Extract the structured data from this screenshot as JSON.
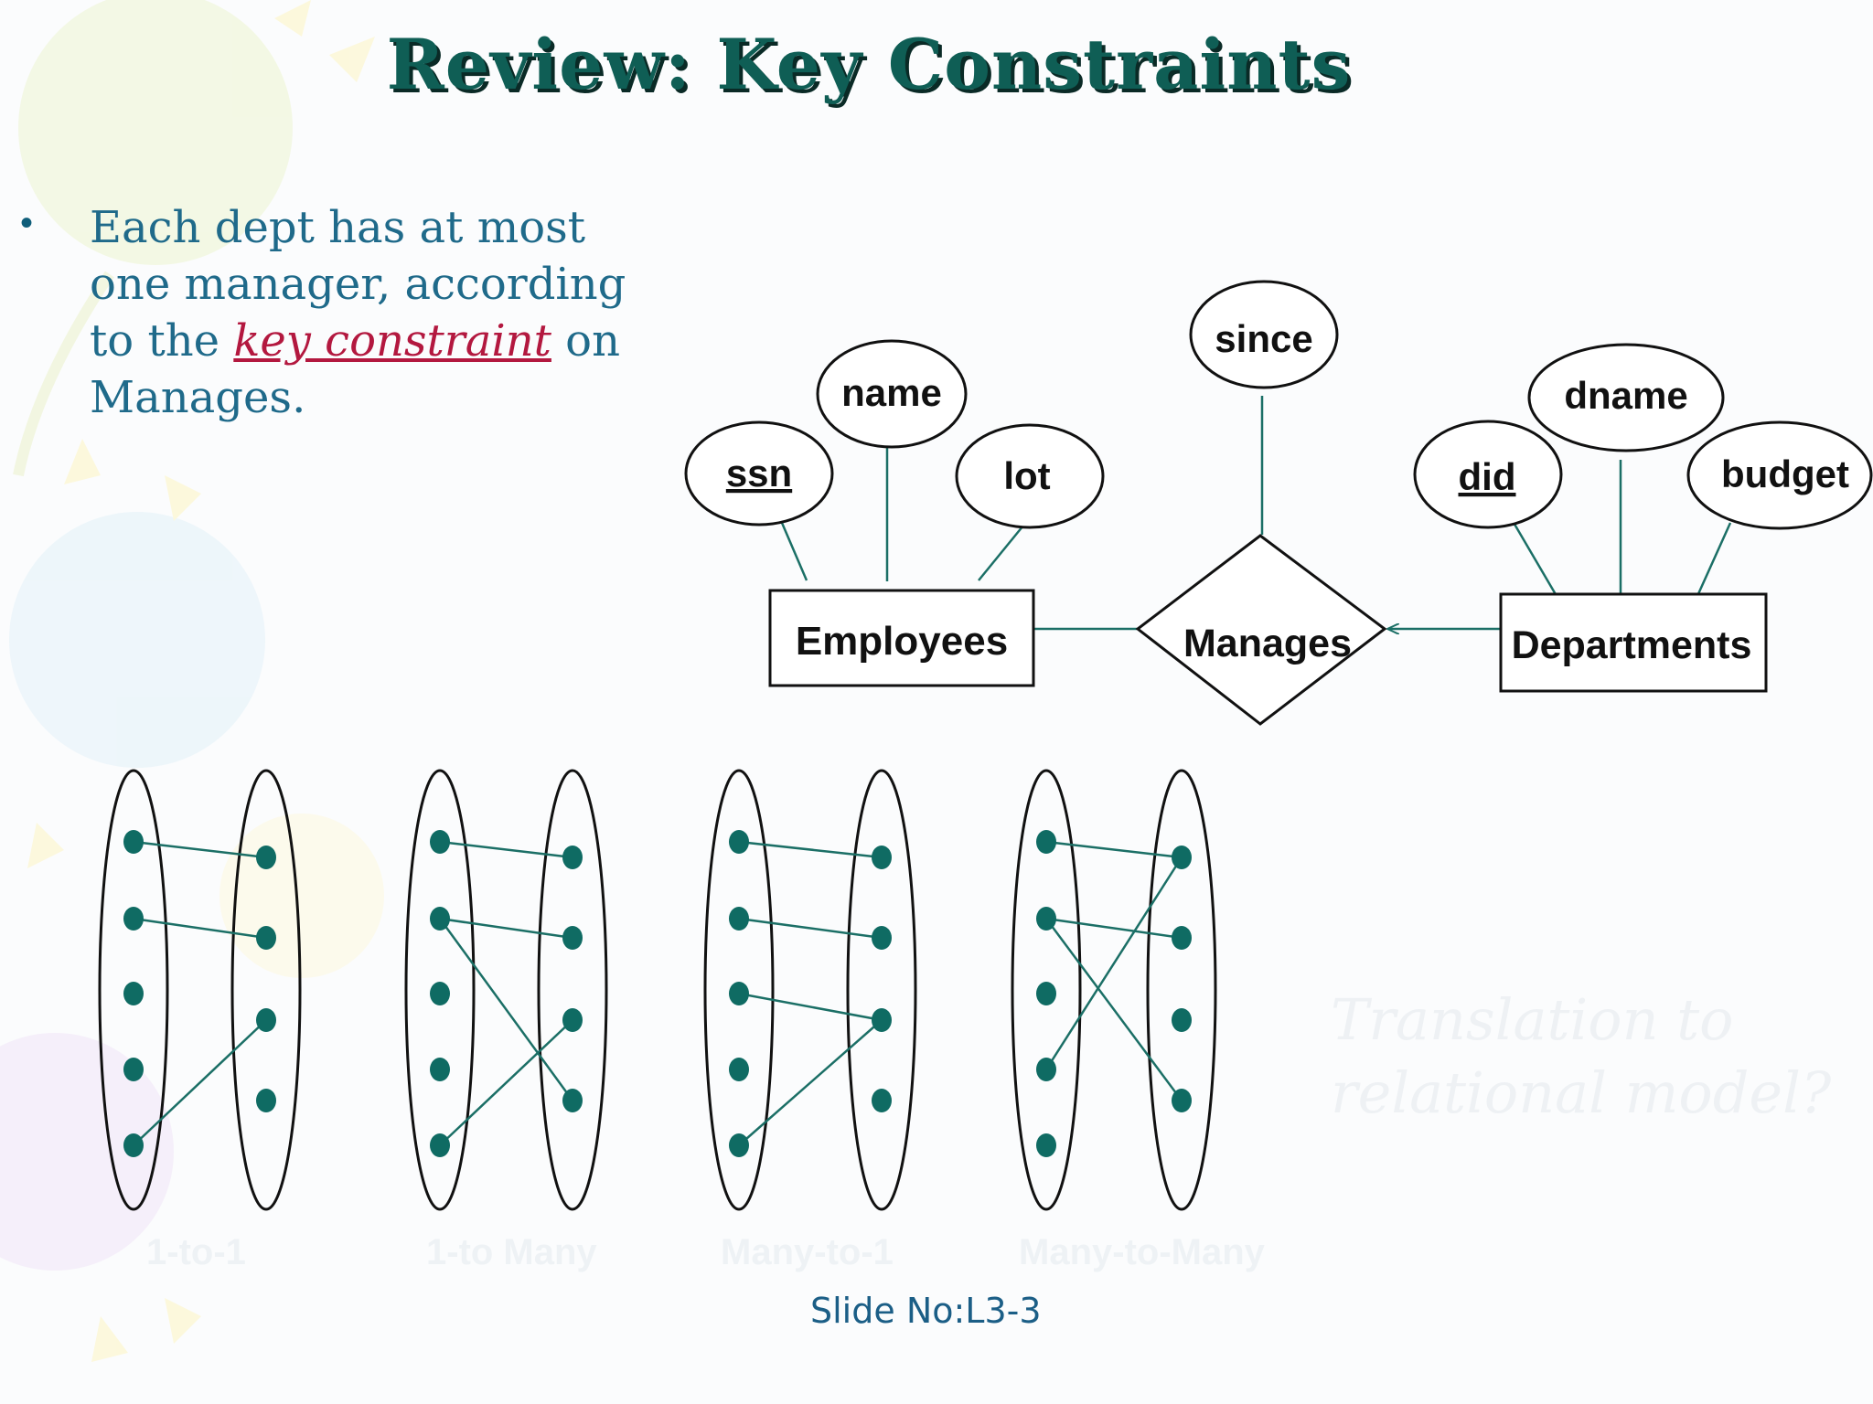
{
  "slide": {
    "title": "Review: Key Constraints",
    "bullet": {
      "before": "Each dept has at most one manager, according to the ",
      "keyword": "key constraint",
      "after": " on Manages."
    },
    "slide_number": "Slide No:L3-3",
    "faint_note": [
      "Translation to",
      "relational model?"
    ]
  },
  "er_diagram": {
    "entities": [
      {
        "id": "employees",
        "label": "Employees"
      },
      {
        "id": "departments",
        "label": "Departments"
      }
    ],
    "relationship": {
      "id": "manages",
      "label": "Manages"
    },
    "attributes": [
      {
        "id": "ssn",
        "label": "ssn",
        "key": true,
        "owner": "employees"
      },
      {
        "id": "name",
        "label": "name",
        "key": false,
        "owner": "employees"
      },
      {
        "id": "lot",
        "label": "lot",
        "key": false,
        "owner": "employees"
      },
      {
        "id": "since",
        "label": "since",
        "key": false,
        "owner": "manages"
      },
      {
        "id": "did",
        "label": "did",
        "key": true,
        "owner": "departments"
      },
      {
        "id": "dname",
        "label": "dname",
        "key": false,
        "owner": "departments"
      },
      {
        "id": "budget",
        "label": "budget",
        "key": false,
        "owner": "departments"
      }
    ],
    "key_constraint_arrow": "departments -> manages"
  },
  "mappings": [
    {
      "label": "1-to-1",
      "left_count": 5,
      "right_count": 4,
      "links": [
        [
          0,
          0
        ],
        [
          1,
          1
        ],
        [
          4,
          2
        ]
      ]
    },
    {
      "label": "1-to Many",
      "left_count": 5,
      "right_count": 4,
      "links": [
        [
          0,
          0
        ],
        [
          1,
          1
        ],
        [
          1,
          3
        ],
        [
          4,
          2
        ]
      ]
    },
    {
      "label": "Many-to-1",
      "left_count": 5,
      "right_count": 4,
      "links": [
        [
          0,
          0
        ],
        [
          1,
          1
        ],
        [
          2,
          2
        ],
        [
          4,
          2
        ]
      ]
    },
    {
      "label": "Many-to-Many",
      "left_count": 5,
      "right_count": 4,
      "links": [
        [
          0,
          0
        ],
        [
          1,
          1
        ],
        [
          1,
          3
        ],
        [
          3,
          0
        ]
      ]
    }
  ],
  "colors": {
    "title": "#0f5e55",
    "body_text": "#1f6a8a",
    "keyword": "#b3183f",
    "line": "#1b6f66",
    "dot": "#0f6b63"
  }
}
